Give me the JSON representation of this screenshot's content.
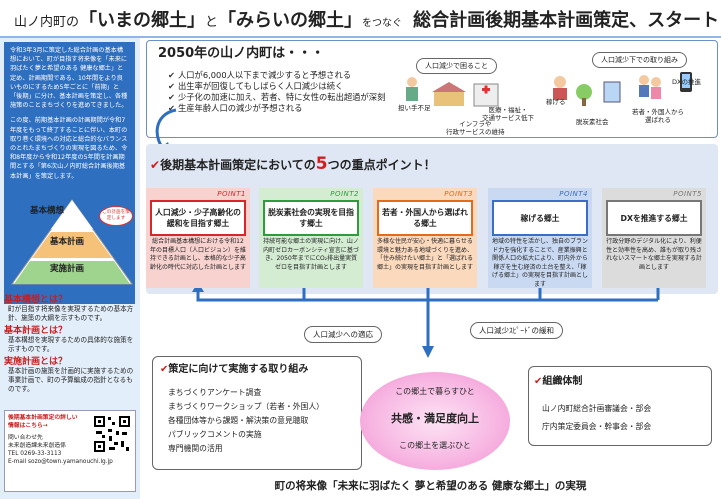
{
  "header": {
    "part1": "山ノ内町の",
    "part2": "「いまの郷土」",
    "part3": "と",
    "part4": "「みらいの郷土」",
    "part5": "をつなぐ",
    "part6": "総合計画後期基本計画策定、スタート！"
  },
  "intro": {
    "p1": "令和3年3月に策定した総合計画の基本構想において、町が目指す将来像を「未来に羽ばたく夢と希望のある 健康な郷土」と定め、計画期間である、10年間をより良いものにするため5年ごとに「前期」と「後期」に分け、基本計画を策定し、各種施策のことまちづくりを進めてきました。",
    "p2": "この度、前期基本計画の計画期間が令和7年度をもって終了することに伴い、本町の取り巻く環境への対応と総合的なバランスのとれたまちづくりの実現を図るため、令和8年度から令和12年度の5年間を計画期間とする「第6次山ノ内町総合計画後期基本計画」を策定します。"
  },
  "pyramid": {
    "top": "基本構想",
    "mid": "基本計画",
    "bottom": "実施計画",
    "note": "この計画を策定します"
  },
  "definitions": [
    {
      "head": "基本構想とは？",
      "body": "町が目指す将来像を実現するための基本方針、施策の大綱を示すものです。"
    },
    {
      "head": "基本計画とは？",
      "body": "基本構想を実現するための具体的な施策を示すものです。"
    },
    {
      "head": "実施計画とは？",
      "body": "基本計画の施策を計画的に実施するための事業計画で、町の予算編成の指針となるものです。"
    }
  ],
  "contact": {
    "l1": "後期基本計画策定の詳しい情報はこちら→",
    "l2": "問い合わせ先",
    "l3": "未来創造課未来創造係",
    "l4": "TEL 0269-33-3113",
    "l5": "E-mail sozo@town.yamanouchi.lg.jp"
  },
  "vision": {
    "title": "2050年の山ノ内町は・・・",
    "bullets": [
      "人口が6,000人以下まで減少すると予想される",
      "出生率が回復してもしばらく人口減少は続く",
      "少子化の加速に加え、若者、特に女性の転出超過が深刻",
      "生産年齢人口の減少が予想される"
    ],
    "bubble_left": "人口減少で困ること",
    "bubble_right": "人口減少下での取り組み",
    "icons": [
      {
        "name": "担い手不足"
      },
      {
        "name": "インフラや\n行政サービスの維持"
      },
      {
        "name": "医療・福祉・\n交通サービス低下"
      },
      {
        "name": "稼げる"
      },
      {
        "name": "脱炭素社会"
      },
      {
        "name": "DXの推進"
      },
      {
        "name": "若者・外国人から\n選ばれる"
      }
    ]
  },
  "five": {
    "title_a": "後期基本計画策定においての",
    "title_num": "5",
    "title_b": "つの重点ポイント！",
    "cards": [
      {
        "point": "POINT1",
        "head": "人口減少・少子高齢化の緩和を目指す郷土",
        "body": "総合計画基本構想における令和12年の目標人口（人口ビジョン）を維持できる計画とし、本格的な少子高齢化の時代に対応した計画とします",
        "color": "#d9262a",
        "bg": "#f7d2cf"
      },
      {
        "point": "POINT2",
        "head": "脱炭素社会の実現を目指す郷土",
        "body": "持続可能な郷土の実現に向け、山ノ内町ゼロカーボンシティ宣言に基づき、2050年までにCO₂排出量実質ゼロを目指す計画とします",
        "color": "#2d9c3c",
        "bg": "#d3ecd2"
      },
      {
        "point": "POINT3",
        "head": "若者・外国人から選ばれる郷土",
        "body": "多様な住民が安心・快適に暮らせる環境と魅力ある地域づくりを進め、「住み続けたい郷土」と「選ばれる郷土」の実現を目指す計画とします",
        "color": "#e46a1c",
        "bg": "#fbd9bd"
      },
      {
        "point": "POINT4",
        "head": "稼げる郷土",
        "body": "地域の特性を活かし、独自のブランド力を強化することで、産業振興と関係人口の拡大により、町内外から稼ぎを生む経済の土台を整え、「稼げる郷土」の実現を目指す計画とします",
        "color": "#3a6ec7",
        "bg": "#c9d9f2"
      },
      {
        "point": "POINT5",
        "head": "DXを推進する郷土",
        "body": "行政分野のデジタル化により、利便性と効率性を高め、誰もが取り残されないスマートな郷土を実現する計画とします",
        "color": "#777777",
        "bg": "#dcdcdc"
      }
    ]
  },
  "mid": {
    "adapt": "人口減少への適応",
    "mitigate": "人口減少ｽﾋﾟｰﾄﾞの緩和"
  },
  "initiatives": {
    "title": "策定に向けて実施する取り組み",
    "items": [
      "まちづくりアンケート調査",
      "まちづくりワークショップ（若者・外国人）",
      "各種団体等から課題・解決策の意見聴取",
      "パブリックコメントの実施",
      "専門機関の活用"
    ]
  },
  "center": {
    "top": "この郷土で暮らすひと",
    "main": "共感・満足度向上",
    "bottom": "この郷土を選ぶひと"
  },
  "org": {
    "title": "組織体制",
    "items": [
      "山ノ内町総合計画審議会・部会",
      "庁内策定委員会・幹事会・部会"
    ]
  },
  "footer": "町の将来像「未来に羽ばたく 夢と希望のある 健康な郷土」の実現"
}
